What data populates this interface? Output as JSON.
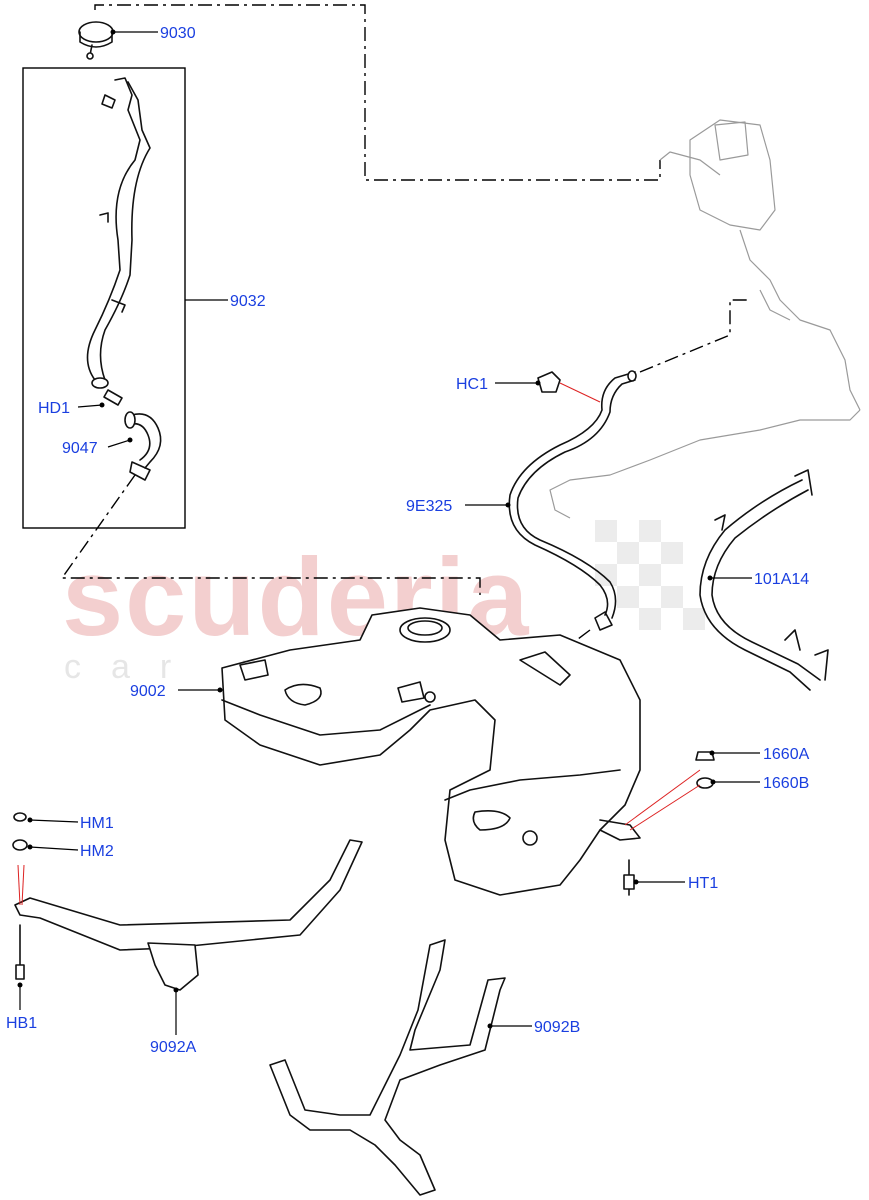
{
  "watermark": {
    "main": "scuderia",
    "sub": "car parts"
  },
  "callouts": {
    "c9030": "9030",
    "c9032": "9032",
    "hd1": "HD1",
    "c9047": "9047",
    "hc1": "HC1",
    "c9e325": "9E325",
    "c101a14": "101A14",
    "c9002": "9002",
    "c1660a": "1660A",
    "c1660b": "1660B",
    "ht1": "HT1",
    "hm1": "HM1",
    "hm2": "HM2",
    "hb1": "HB1",
    "c9092a": "9092A",
    "c9092b": "9092B"
  },
  "colors": {
    "callout_text": "#1a3fe0",
    "leader_red": "#dd2222",
    "watermark": "#f3cfcf"
  }
}
